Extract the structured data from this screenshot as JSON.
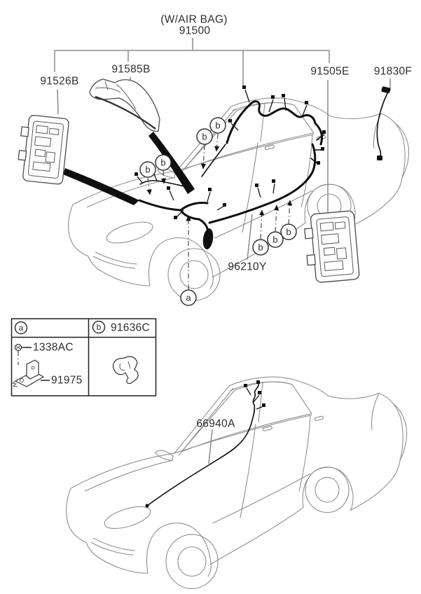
{
  "colors": {
    "background": "#ffffff",
    "car_line_gray": "#8f8f8f",
    "leader_gray": "#8a8a8a",
    "harness_ink": "#0f0f0f",
    "text_color": "#2e2e2e"
  },
  "top_diagram": {
    "note": "(W/AIR BAG)",
    "main_part": "91500",
    "parts": {
      "left_junction_box": "91526B",
      "cowl_side_trim": "91585B",
      "right_junction_box": "91505E",
      "antenna_cable": "91830F",
      "floor_wiring": "96210Y"
    },
    "callouts": {
      "a": "a",
      "b": "b"
    }
  },
  "legend_table": {
    "a_symbol": "a",
    "b_symbol": "b",
    "b_part": "91636C",
    "a_parts": [
      "1338AC",
      "91975"
    ]
  },
  "bottom_diagram": {
    "roof_wiring": "66940A"
  }
}
